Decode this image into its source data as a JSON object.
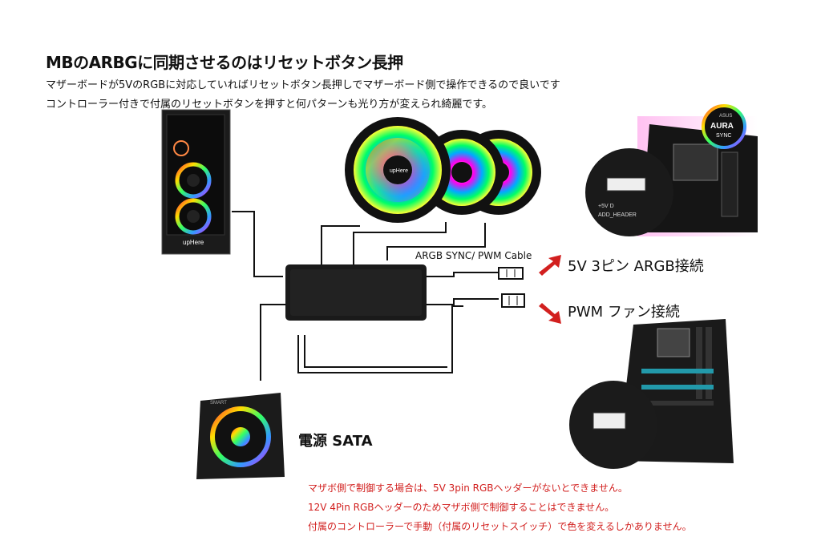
{
  "header": {
    "title": "MBのARBGに同期させるのはリセットボタン長押",
    "line1": "マザーボードが5VのRGBに対応していればリセットボタン長押しでマザーボード側で操作できるので良いです",
    "line2": "コントローラー付きで付属のリセットボタンを押すと何パターンも光り方が変えられ綺麗です。"
  },
  "diagram": {
    "cable_label": "ARGB SYNC/ PWM Cable",
    "argb_label": "5V 3ピン ARGB接続",
    "pwm_label": "PWM ファン接続",
    "sata_label": "電源 SATA",
    "case_brand": "upHere",
    "fan_brand": "upHere",
    "aura_text": "AURA",
    "aura_sub": "SYNC",
    "asus_text": "ASUS",
    "header_silk_1": "+5V D",
    "header_silk_2": "ADD_HEADER",
    "psu_brand": "SMART",
    "colors": {
      "accent_red": "#d2201f",
      "hub": "#1a1a1a",
      "cable": "#111111"
    }
  },
  "notes": {
    "line1": "マザボ側で制御する場合は、5V 3pin RGBヘッダーがないとできません。",
    "line2": "12V 4Pin RGBヘッダーのためマザボ側で制御することはできません。",
    "line3": "付属のコントローラーで手動（付属のリセットスイッチ）で色を変えるしかありません。"
  }
}
